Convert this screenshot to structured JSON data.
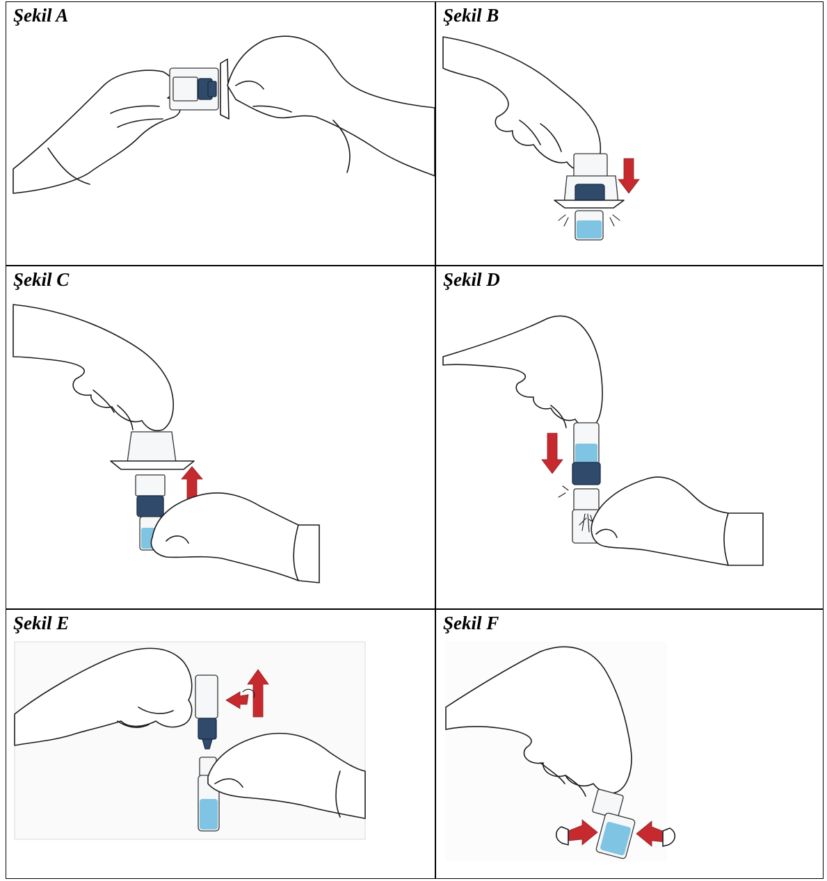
{
  "figures": [
    {
      "id": "A",
      "label": "Şekil A"
    },
    {
      "id": "B",
      "label": "Şekil B"
    },
    {
      "id": "C",
      "label": "Şekil C"
    },
    {
      "id": "D",
      "label": "Şekil D"
    },
    {
      "id": "E",
      "label": "Şekil E"
    },
    {
      "id": "F",
      "label": "Şekil F"
    }
  ],
  "colors": {
    "device_navy": "#2f4a6b",
    "liquid_blue": "#7fc4e3",
    "arrow_red": "#c62a2f",
    "border": "#000000"
  }
}
